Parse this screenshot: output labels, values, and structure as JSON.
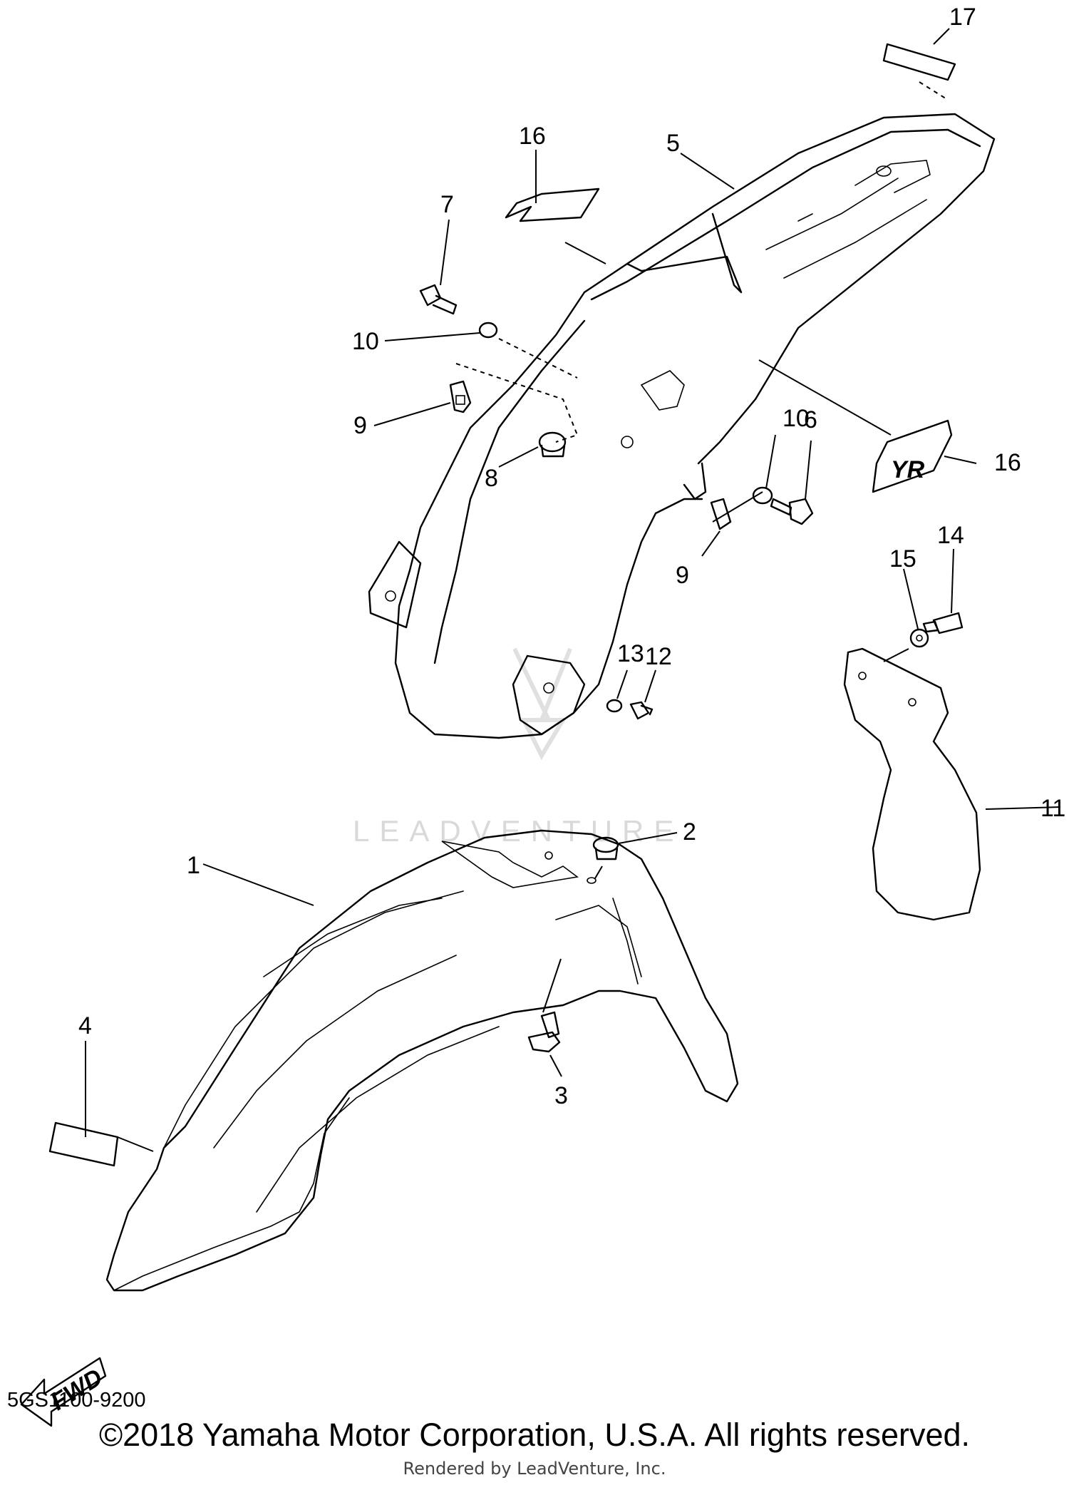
{
  "diagram": {
    "callouts": [
      "1",
      "2",
      "3",
      "4",
      "5",
      "6",
      "7",
      "8",
      "9",
      "9",
      "10",
      "10",
      "11",
      "12",
      "13",
      "14",
      "15",
      "16",
      "16",
      "17"
    ],
    "fwd_label": "FWD",
    "decal_text": "YR",
    "watermark": "LEADVENTURE",
    "diagram_code": "5GS1100-9200",
    "copyright": "©2018 Yamaha Motor Corporation, U.S.A. All rights reserved.",
    "rendered_by": "Rendered by LeadVenture, Inc."
  }
}
